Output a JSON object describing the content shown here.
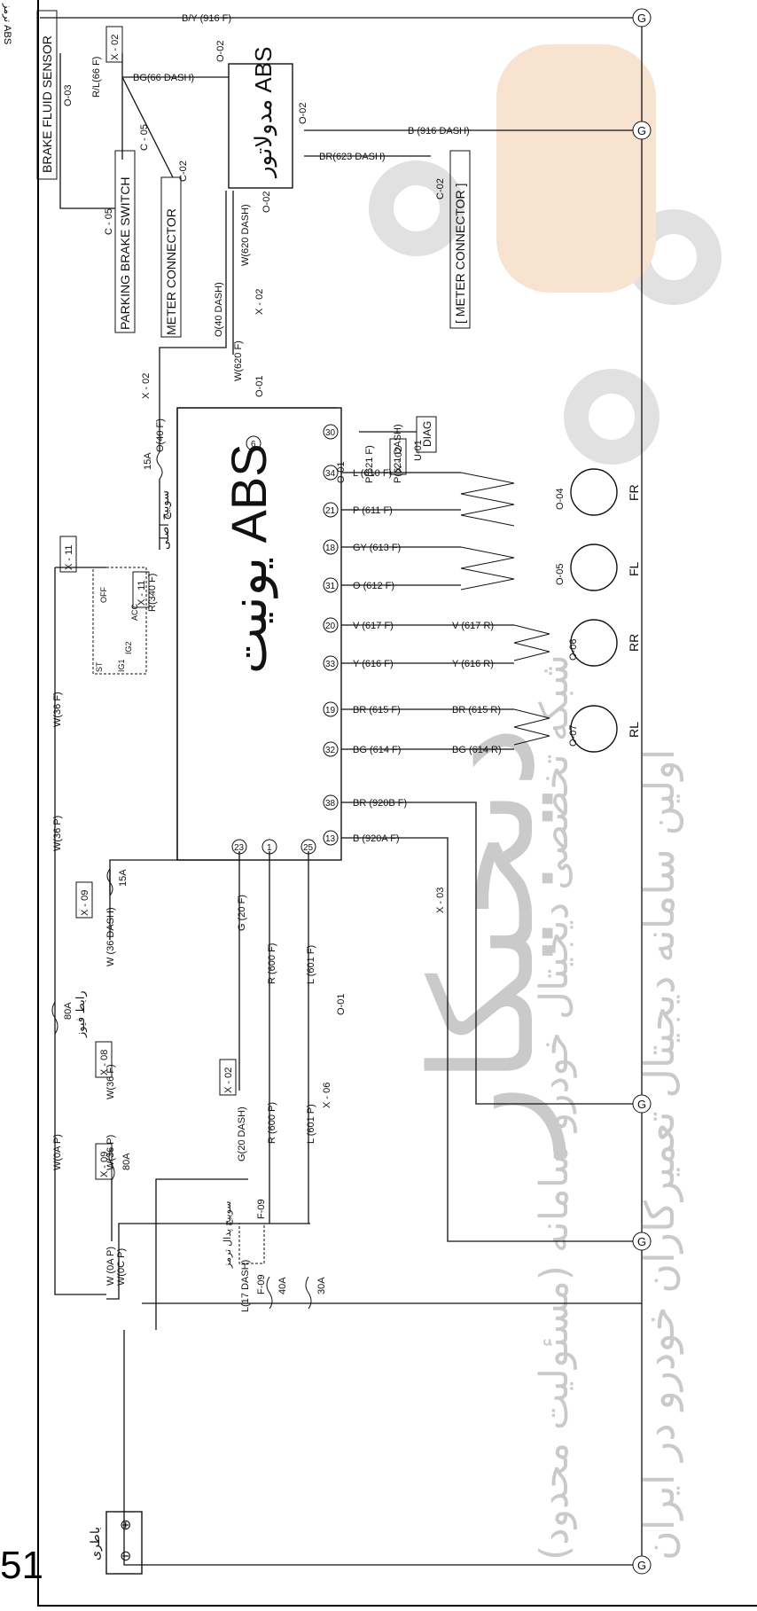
{
  "page": {
    "sheet_number": "51",
    "header_ref": "ترمز ABS"
  },
  "watermark": {
    "brand": "دیجیکار",
    "line1": "شبکه تخصصی دیجیتال خودرو سامانه (مسئولیت محدود)",
    "line2": "اولین سامانه دیجیتال تعمیرکاران خودرو در ایران"
  },
  "components": {
    "abs_unit": "یونیت ABS",
    "abs_modulator": "مدولاتور ABS",
    "brake_fluid_sensor": "BRAKE FLUID SENSOR",
    "parking_brake_switch": "PARKING BRAKE SWITCH",
    "meter_connector_1": "METER CONNECTOR",
    "meter_connector_2": "[ METER CONNECTOR ]",
    "diag": "DIAG",
    "battery": "باطری",
    "ignition_switch": "سوییچ اصلی",
    "fuse_link": "رابط فیوز",
    "brake_pedal_switch": "سوییچ پدال ترمز"
  },
  "wheel_sensors": [
    {
      "id": "FR",
      "conn": "O-04"
    },
    {
      "id": "FL",
      "conn": "O-05"
    },
    {
      "id": "RR",
      "conn": "O-06"
    },
    {
      "id": "RL",
      "conn": "O-07"
    }
  ],
  "wires": {
    "by916f": "B/Y (916 F)",
    "b916dash": "B (916 DASH)",
    "br623dash": "BR(623 DASH)",
    "bg66dash": "BG(66 DASH)",
    "rl66f": "R/L(66 F)",
    "o40dash": "O(40 DASH)",
    "w620dash": "W(620 DASH)",
    "w620f": "W(620 F)",
    "o40f": "O(40 F)",
    "r340f": "R(340 F)",
    "w36f": "W(36 F)",
    "w36p": "W(36 P)",
    "w0ap": "W(0A P)",
    "w0ap2": "W (0A P)",
    "w0cp": "W(0C P)",
    "w36dash": "W (36 DASH)",
    "l17dash": "L(17 DASH)",
    "g20dash": "G(20 DASH)",
    "g20f": "G (20 F)",
    "r600f": "R (600 F)",
    "r600p": "R (600 P)",
    "l601f": "L (601 F)",
    "l601p": "L (601 P)",
    "p621f": "P(621 F)",
    "p621dash": "P(621 DASH)",
    "l610f": "L (610 F)",
    "p611f": "P (611 F)",
    "gy613f": "GY (613 F)",
    "o612f": "O (612 F)",
    "v617f": "V (617 F)",
    "v617r": "V (617 R)",
    "y616f": "Y (616 F)",
    "y616r": "Y (616 R)",
    "br615f": "BR (615 F)",
    "br615r": "BR (615 R)",
    "bg614f": "BG (614 F)",
    "bg614r": "BG (614 R)",
    "br920bf": "BR (920B F)",
    "b920af": "B (920A F)"
  },
  "connectors": {
    "x02": "X - 02",
    "x03": "X - 03",
    "x06": "X - 06",
    "x08": "X - 08",
    "x09": "X - 09",
    "x11": "X - 11",
    "o01": "O-01",
    "o02": "O-02",
    "o03": "O-03",
    "c02": "C-02",
    "c05": "C - 05",
    "f09": "F-09",
    "u01": "U-01"
  },
  "fuses": {
    "f80a": "80A",
    "f15a": "15A",
    "f40a": "40A",
    "f30a": "30A"
  },
  "ignition_positions": [
    "OFF",
    "ACC",
    "IG2",
    "IG1",
    "ST"
  ],
  "pins": [
    "6",
    "30",
    "34",
    "21",
    "18",
    "31",
    "20",
    "33",
    "19",
    "32",
    "38",
    "13",
    "23",
    "1",
    "25"
  ],
  "ground": "G",
  "battery_terms": {
    "plus": "⊕",
    "minus": "⊖"
  }
}
